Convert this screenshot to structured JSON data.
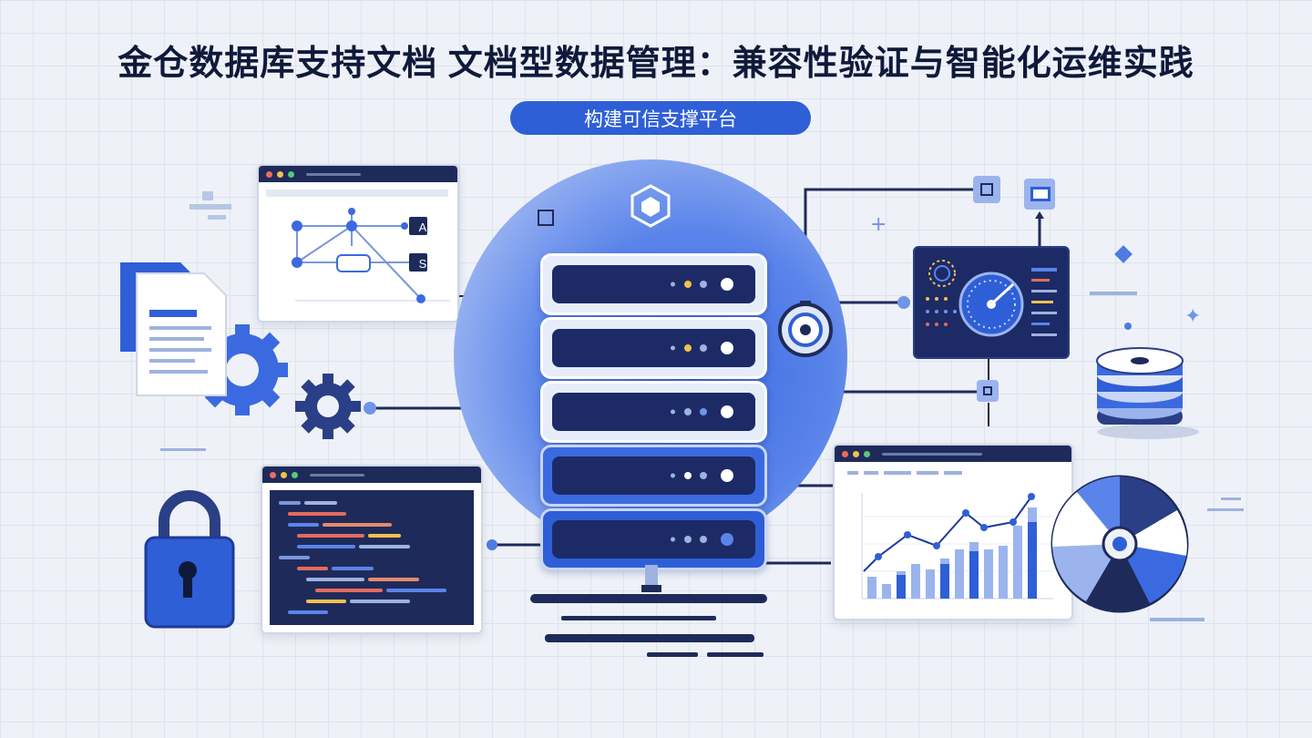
{
  "header": {
    "title": "金仓数据库支持文档 文档型数据管理：兼容性验证与智能化运维实践",
    "subtitle": "构建可信支撑平台"
  },
  "colors": {
    "primary": "#2f5fd6",
    "navy": "#1c2a66",
    "background": "#eef1f7"
  },
  "illustration": {
    "icons": [
      "document-icon",
      "gear-icon",
      "lock-icon",
      "database-icon",
      "disc-chart-icon",
      "server-stack-icon",
      "gauge-dashboard-icon",
      "code-editor-icon",
      "network-diagram-icon",
      "target-icon"
    ],
    "diagram_badges": [
      "A",
      "S"
    ]
  }
}
